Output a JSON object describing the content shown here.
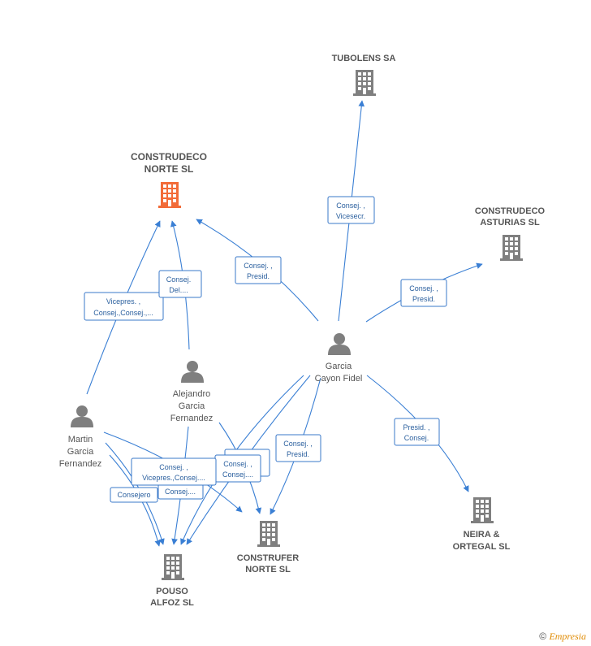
{
  "colors": {
    "focus_company": "#f26b38",
    "company": "#7f7f7f",
    "person": "#7f7f7f",
    "edge": "#3a7fd4"
  },
  "nodes": {
    "tubolens": {
      "type": "company",
      "lines": [
        "TUBOLENS SA"
      ]
    },
    "construdeco_norte": {
      "type": "company",
      "focus": true,
      "lines": [
        "CONSTRUDECO",
        "NORTE SL"
      ]
    },
    "construdeco_asturias": {
      "type": "company",
      "lines": [
        "CONSTRUDECO",
        "ASTURIAS SL"
      ]
    },
    "garcia_cayon": {
      "type": "person",
      "lines": [
        "Garcia",
        "Cayon Fidel"
      ]
    },
    "alejandro": {
      "type": "person",
      "lines": [
        "Alejandro",
        "Garcia",
        "Fernandez"
      ]
    },
    "martin": {
      "type": "person",
      "lines": [
        "Martin",
        "Garcia",
        "Fernandez"
      ]
    },
    "construfer": {
      "type": "company",
      "lines": [
        "CONSTRUFER",
        "NORTE SL"
      ]
    },
    "neira": {
      "type": "company",
      "lines": [
        "NEIRA &",
        "ORTEGAL SL"
      ]
    },
    "pouso": {
      "type": "company",
      "lines": [
        "POUSO",
        "ALFOZ SL"
      ]
    }
  },
  "edge_labels": {
    "garcia_tubolens": [
      "Consej. ,",
      "Vicesecr."
    ],
    "garcia_construdeco_norte": [
      "Consej. ,",
      "Presid."
    ],
    "garcia_asturias": [
      "Consej. ,",
      "Presid."
    ],
    "garcia_neira": [
      "Presid. ,",
      "Consej."
    ],
    "garcia_construfer": [
      "Consej. ,",
      "Presid."
    ],
    "garcia_pouso": [
      "Consej. ,",
      "Consej...."
    ],
    "martin_construdeco_norte": [
      "Vicepres. ,",
      "Consej.,Consej.,..."
    ],
    "alejandro_construdeco_norte": [
      "Consej.",
      "Del...."
    ],
    "martin_pouso_construfer": [
      "Consej. ,",
      "Vicepres.,Consej...."
    ],
    "alejandro_pouso": [
      "Consej...."
    ],
    "martin_pouso": [
      "Consejero"
    ]
  },
  "footer": {
    "copyright": "©",
    "brand": "Empresia"
  }
}
